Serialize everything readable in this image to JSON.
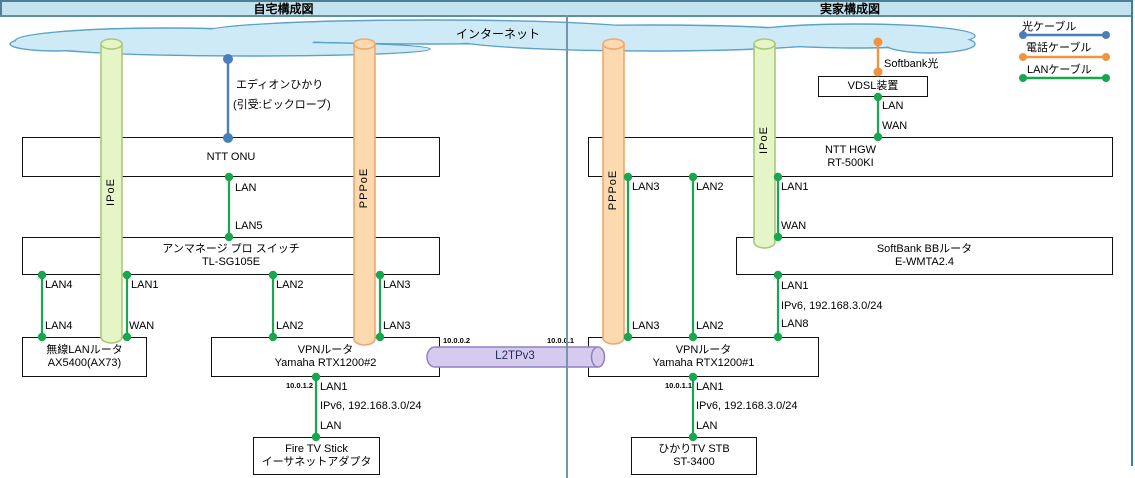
{
  "header": {
    "left_title": "自宅構成図",
    "right_title": "実家構成図"
  },
  "cloud": {
    "label": "インターネット"
  },
  "legend": {
    "items": [
      {
        "label": "光ケーブル",
        "color": "#4a7ebb"
      },
      {
        "label": "電話ケーブル",
        "color": "#f0953f"
      },
      {
        "label": "LANケーブル",
        "color": "#18a74f"
      }
    ]
  },
  "tunnel": {
    "label": "L2TPv3",
    "left_ip": "10.0.0.2",
    "right_ip": "10.0.0.1"
  },
  "home": {
    "isp_note": {
      "line1": "エディオンひかり",
      "line2": "(引受:ビックローブ)"
    },
    "tunnels": {
      "ipoe": "IPoE",
      "pppoe": "PPPoE"
    },
    "devices": {
      "onu": [
        "NTT ONU"
      ],
      "switch": [
        "アンマネージ プロ スイッチ",
        "TL-SG105E"
      ],
      "wifi_router": [
        "無線LANルータ",
        "AX5400(AX73)"
      ],
      "vpn_router": [
        "VPNルータ",
        "Yamaha RTX1200#2"
      ],
      "fire_tv": [
        "Fire TV Stick",
        "イーサネットアダプタ"
      ]
    },
    "ports": {
      "onu_lan": "LAN",
      "switch_uplink": "LAN5",
      "switch_p4": "LAN4",
      "switch_p1": "LAN1",
      "switch_p2": "LAN2",
      "switch_p3": "LAN3",
      "wifi_lan4": "LAN4",
      "wifi_wan": "WAN",
      "vpn_lan2": "LAN2",
      "vpn_lan3": "LAN3",
      "vpn_lan1_ip": "10.0.1.2",
      "vpn_lan1": "LAN1",
      "vpn_subnet": "IPv6, 192.168.3.0/24",
      "fire_tv_lan": "LAN"
    }
  },
  "parents": {
    "isp_note": "Softbank光",
    "tunnels": {
      "ipoe": "IPoE",
      "pppoe": "PPPoE"
    },
    "devices": {
      "vdsl": [
        "VDSL装置"
      ],
      "hgw": [
        "NTT HGW",
        "RT-500KI"
      ],
      "bb_router": [
        "SoftBank BBルータ",
        "E-WMTA2.4"
      ],
      "vpn_router": [
        "VPNルータ",
        "Yamaha RTX1200#1"
      ],
      "stb": [
        "ひかりTV STB",
        "ST-3400"
      ]
    },
    "ports": {
      "vdsl_lan": "LAN",
      "hgw_wan": "WAN",
      "hgw_lan3": "LAN3",
      "hgw_lan2": "LAN2",
      "hgw_lan1": "LAN1",
      "bb_wan": "WAN",
      "bb_lan1": "LAN1",
      "bb_subnet": "IPv6, 192.168.3.0/24",
      "vpn_lan3": "LAN3",
      "vpn_lan2": "LAN2",
      "vpn_lan8": "LAN8",
      "vpn_lan1_ip": "10.0.1.1",
      "vpn_lan1": "LAN1",
      "vpn_subnet": "IPv6, 192.168.3.0/24",
      "stb_lan": "LAN"
    }
  },
  "colors": {
    "fiber": "#4a7ebb",
    "phone": "#f0953f",
    "lan": "#18a74f",
    "ipoe_fill": "#e6f5c6",
    "ipoe_stroke": "#a8c87e",
    "pppoe_fill": "#fcd9af",
    "pppoe_stroke": "#eda96e",
    "tunnel_fill": "#d6cbee",
    "tunnel_stroke": "#8f82c0",
    "cloud_fill": "#cdeaf6",
    "cloud_stroke": "#5aa2c8",
    "header_fill": "#c3e3ee"
  }
}
